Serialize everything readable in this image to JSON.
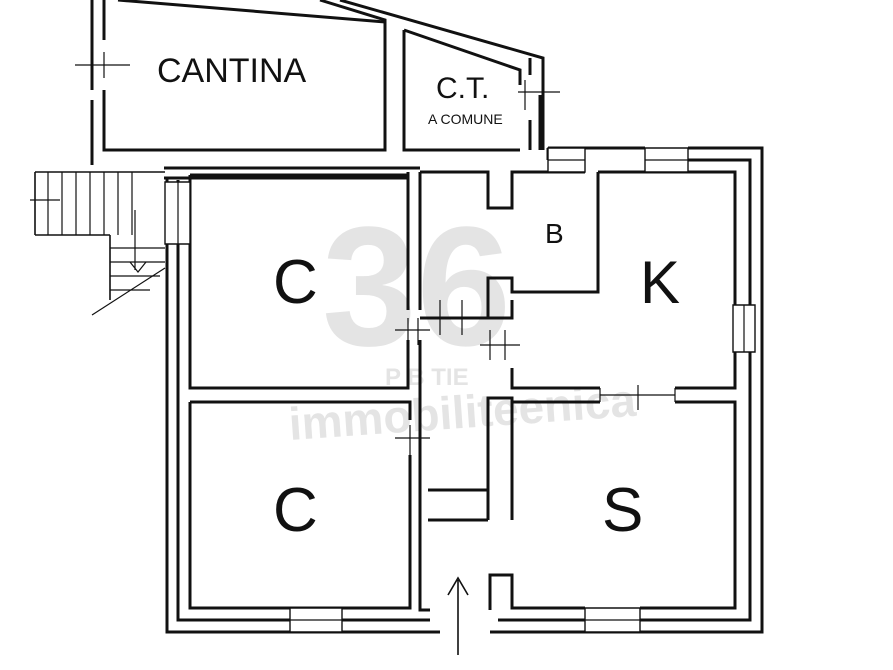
{
  "rooms": {
    "cantina": "CANTINA",
    "ct": "C.T.",
    "ct_note": "A COMUNE",
    "bath": "B",
    "kitchen": "K",
    "bedroom_upper": "C",
    "bedroom_lower": "C",
    "living": "S"
  },
  "watermark": {
    "number": "36",
    "line1": "P B TIE",
    "line2": "immobiliteenica"
  },
  "colors": {
    "ink": "#111111",
    "watermark": "#cfcfcf",
    "background": "#ffffff"
  }
}
